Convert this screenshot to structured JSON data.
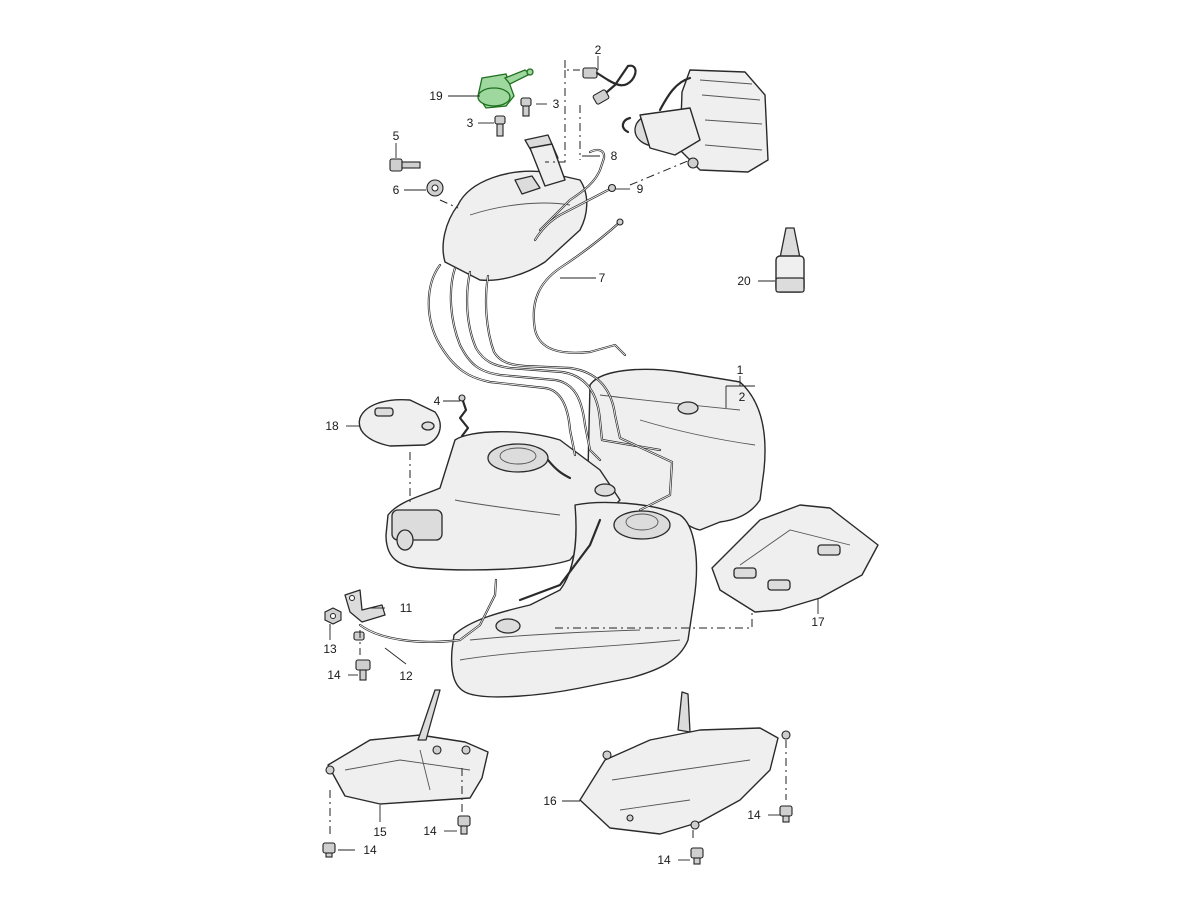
{
  "diagram": {
    "callouts": {
      "c1": "1",
      "c2a": "2",
      "c2b": "2",
      "c3a": "3",
      "c3b": "3",
      "c4": "4",
      "c5": "5",
      "c6": "6",
      "c7": "7",
      "c8": "8",
      "c9": "9",
      "c11": "11",
      "c12": "12",
      "c13": "13",
      "c14a": "14",
      "c14b": "14",
      "c14c": "14",
      "c14d": "14",
      "c14e": "14",
      "c15": "15",
      "c16": "16",
      "c17": "17",
      "c18": "18",
      "c19": "19",
      "c20": "20"
    },
    "highlight_color": "#9fd89f",
    "highlighted_part": "19"
  }
}
